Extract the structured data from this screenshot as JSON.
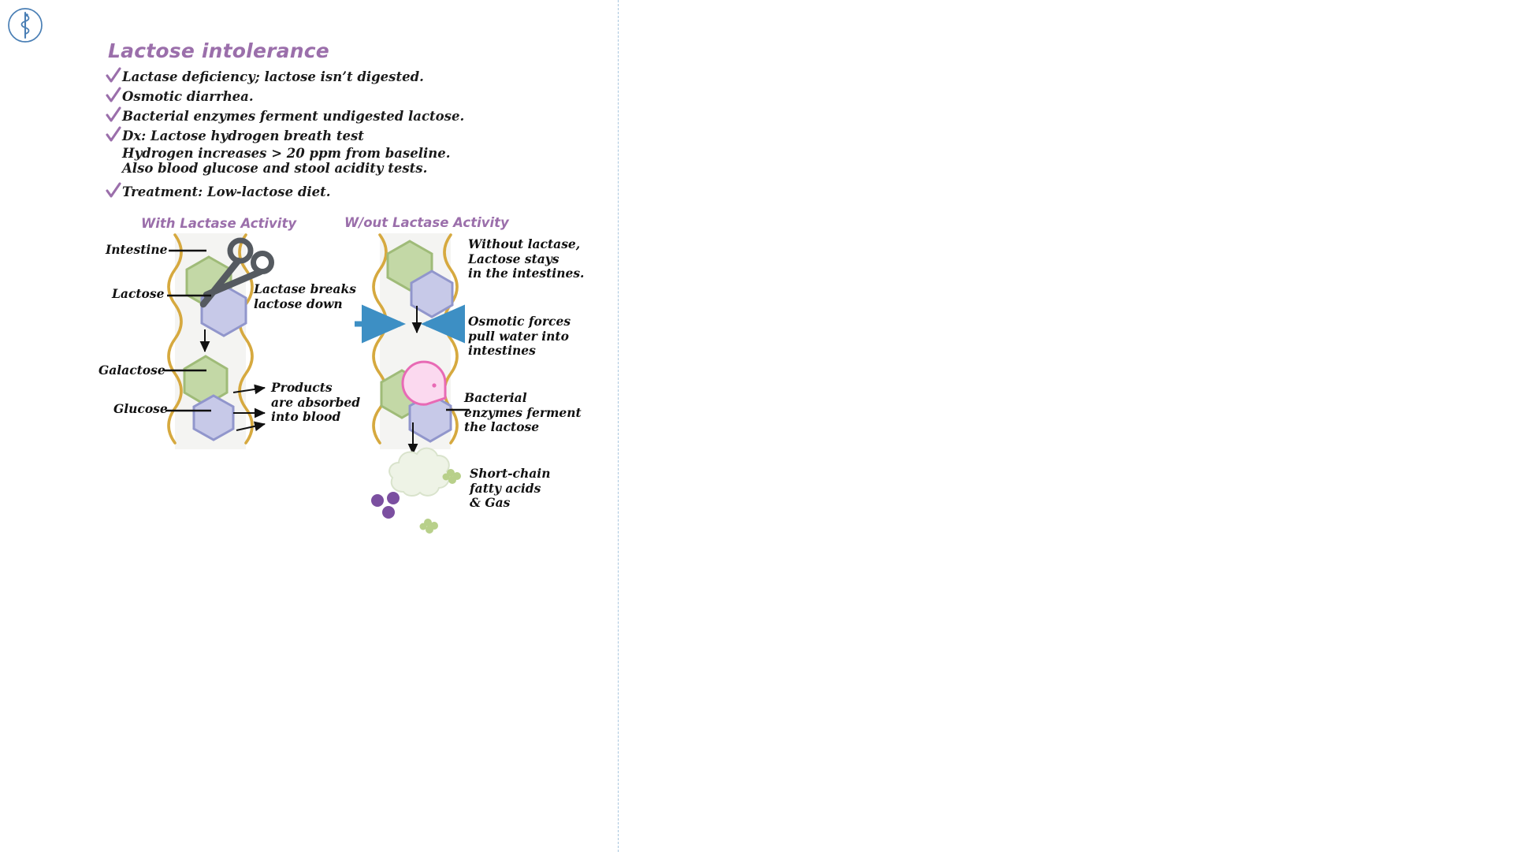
{
  "page": {
    "background_color": "#ffffff",
    "divider_color": "#a9c6de"
  },
  "logo": {
    "name": "caduceus-logo",
    "color": "#4a7fb5"
  },
  "header": {
    "title": "Lactose intolerance",
    "title_color": "#9b6fab"
  },
  "bullets": [
    {
      "text": "Lactase deficiency; lactose isn’t digested.",
      "sublines": []
    },
    {
      "text": "Osmotic diarrhea.",
      "sublines": []
    },
    {
      "text": "Bacterial enzymes ferment undigested lactose.",
      "sublines": []
    },
    {
      "text": "Dx: Lactose hydrogen breath test",
      "sublines": [
        "Hydrogen increases > 20 ppm from baseline.",
        "Also blood glucose and stool acidity tests."
      ]
    },
    {
      "text": "Treatment: Low-lactose diet.",
      "sublines": []
    }
  ],
  "bullet_marker_color": "#9b6fab",
  "diagrams": {
    "left": {
      "heading": "With Lactase Activity",
      "labels": {
        "intestine": "Intestine",
        "lactose": "Lactose",
        "galactose": "Galactose",
        "glucose": "Glucose",
        "lactase_action": [
          "Lactase breaks",
          "lactose down"
        ],
        "products": [
          "Products",
          "are absorbed",
          "into blood"
        ]
      }
    },
    "right": {
      "heading": "W/out Lactase Activity",
      "labels": {
        "no_lactase": [
          "Without lactase,",
          "Lactose stays",
          "in the intestines."
        ],
        "osmotic": [
          "Osmotic forces",
          "pull water into",
          "intestines"
        ],
        "bacterial": [
          "Bacterial",
          "enzymes ferment",
          "the lactose"
        ],
        "scfa": [
          "Short-chain",
          "fatty acids",
          "& Gas"
        ]
      }
    }
  },
  "colors": {
    "heading_purple": "#9b6fab",
    "intestine_wall": "#d6a93f",
    "lumen_fill": "#f4f4f2",
    "galactose_green_fill": "#c3d8a6",
    "galactose_green_stroke": "#9fbb78",
    "glucose_purple_fill": "#c7c9e8",
    "glucose_purple_stroke": "#9196cc",
    "scissors_gray": "#555a60",
    "osmotic_arrow_blue": "#3d8fc4",
    "bacteria_pink_fill": "#fbd9ef",
    "bacteria_pink_stroke": "#e86ab5",
    "gas_cloud": "#eef3e6",
    "gas_green": "#b8d08a",
    "dots_purple": "#7b4fa0",
    "arrow_black": "#111111",
    "text_black": "#111111"
  }
}
